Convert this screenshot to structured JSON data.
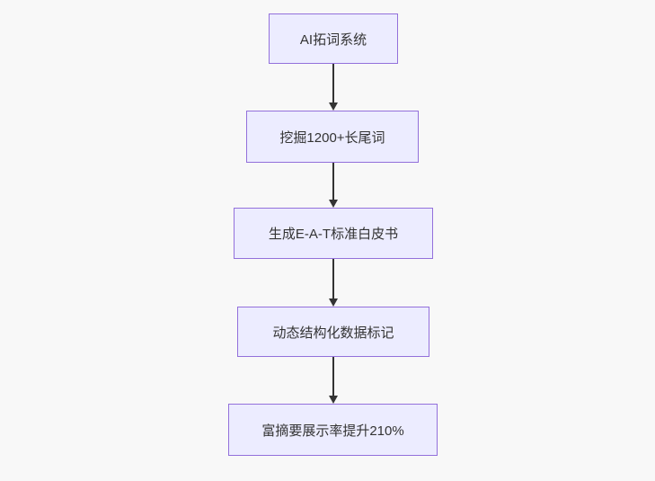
{
  "diagram": {
    "type": "flowchart",
    "direction": "top-down",
    "nodes": [
      {
        "id": "n1",
        "label": "AI拓词系统"
      },
      {
        "id": "n2",
        "label": "挖掘1200+长尾词"
      },
      {
        "id": "n3",
        "label": "生成E-A-T标准白皮书"
      },
      {
        "id": "n4",
        "label": "动态结构化数据标记"
      },
      {
        "id": "n5",
        "label": "富摘要展示率提升210%"
      }
    ],
    "edges": [
      {
        "from": "n1",
        "to": "n2",
        "style": "arrow-down"
      },
      {
        "from": "n2",
        "to": "n3",
        "style": "arrow-down"
      },
      {
        "from": "n3",
        "to": "n4",
        "style": "arrow-down"
      },
      {
        "from": "n4",
        "to": "n5",
        "style": "arrow-down"
      }
    ],
    "colors": {
      "node_fill": "#ECECFF",
      "node_border": "#9370DB",
      "edge_line": "#333333",
      "node_text": "#333333",
      "background": "#F8F8F8"
    }
  }
}
